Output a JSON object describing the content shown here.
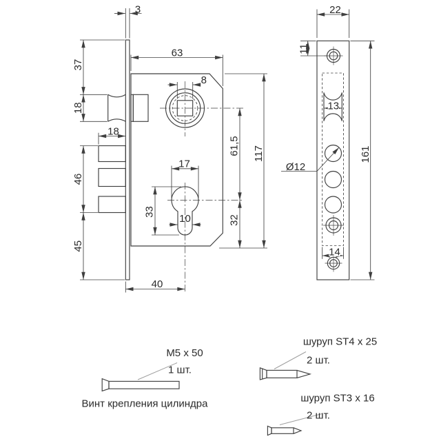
{
  "side": {
    "dims": {
      "faceplate_thickness": "3",
      "plate_top_to_latch": "37",
      "latch_height": "18",
      "bolt_width": "18",
      "bolts_span": "46",
      "span_to_plate_bottom": "45",
      "body_depth": "63",
      "spindle_square": "8",
      "spindle_to_cylinder": "61,5",
      "body_height": "117",
      "cylinder_dia": "17",
      "cylinder_cutout_height": "33",
      "cylinder_stem_width": "10",
      "cylinder_to_body_bottom": "32",
      "backset": "40"
    }
  },
  "front": {
    "dims": {
      "plate_width": "22",
      "plate_top_to_screw": "11",
      "latch_width": "13",
      "bolt_diameter": "Ø12",
      "cutout_width": "14",
      "plate_height": "161"
    }
  },
  "hardware": {
    "cylinder_screw": {
      "spec": "M5 x 50",
      "qty": "1 шт.",
      "caption": "Винт крепления цилиндра"
    },
    "mount_screw": {
      "spec": "шуруп ST4 x 25",
      "qty": "2 шт."
    },
    "small_screw": {
      "spec": "шуруп ST3 x 16",
      "qty": "2 шт."
    }
  },
  "colors": {
    "line": "#3f3f3f",
    "leader": "#9e9e9e",
    "text": "#2b2b2b",
    "background": "#ffffff"
  }
}
